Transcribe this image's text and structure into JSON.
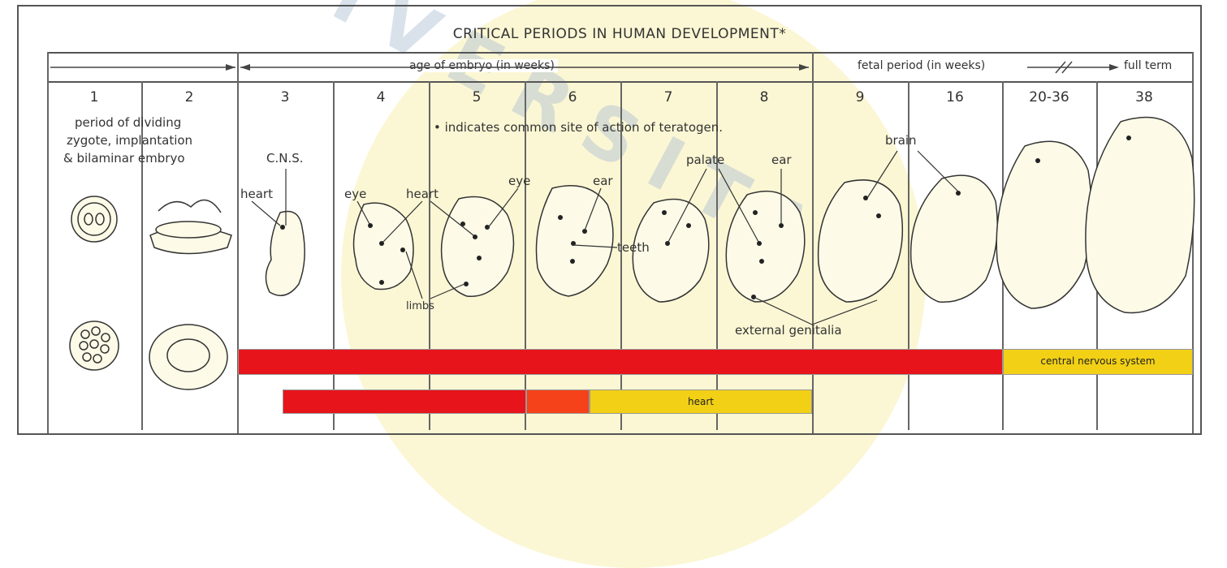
{
  "title": "CRITICAL PERIODS IN HUMAN DEVELOPMENT*",
  "header": {
    "embryo_age": "age of embryo (in weeks)",
    "fetal_period": "fetal period (in weeks)",
    "full_term": "full term"
  },
  "weeks": [
    "1",
    "2",
    "3",
    "4",
    "5",
    "6",
    "7",
    "8",
    "9",
    "16",
    "20-36",
    "38"
  ],
  "notes": {
    "period": "period of dividing",
    "zygote": "zygote, implantation",
    "bilaminar": "& bilaminar embryo",
    "teratogen": "• indicates common site of action of teratogen."
  },
  "labels": {
    "cns": "C.N.S.",
    "heart3": "heart",
    "eye4": "eye",
    "heart4": "heart",
    "eye5": "eye",
    "ear6": "ear",
    "teeth": "teeth",
    "limbs": "limbs",
    "palate": "palate",
    "ear8": "ear",
    "brain": "brain",
    "genitalia": "external genitalia"
  },
  "bars": {
    "cns_label": "central nervous system",
    "heart_label": "heart"
  },
  "watermark": "UNIVERSITAS",
  "colors": {
    "critical": "#e8141c",
    "major": "#f5421a",
    "minor": "#f2d016"
  }
}
